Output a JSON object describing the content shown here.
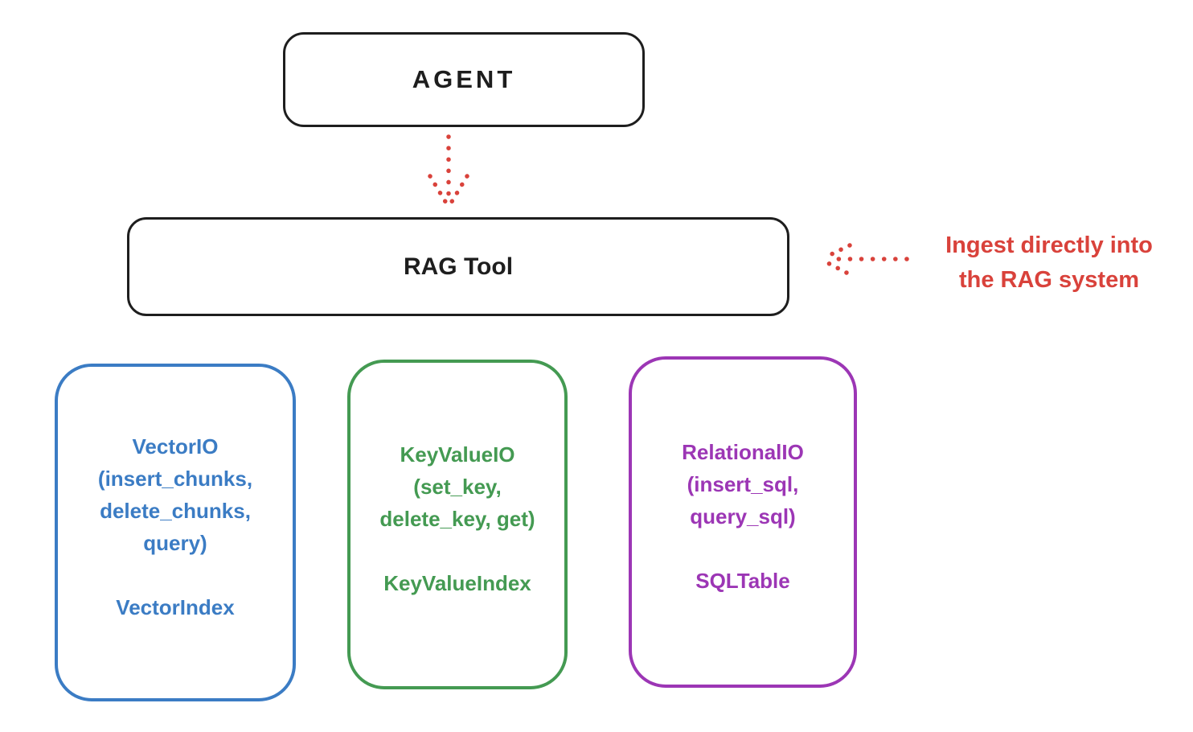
{
  "colors": {
    "ink": "#1e1e1e",
    "red": "#d9423b",
    "blue": "#3b7cc4",
    "green": "#449a52",
    "purple": "#9c36b5",
    "bg": "#ffffff"
  },
  "agent_box": {
    "label": "AGENT"
  },
  "rag_tool_box": {
    "label": "RAG Tool"
  },
  "annotation": {
    "line1": "Ingest directly into",
    "line2": "the RAG system"
  },
  "cards": [
    {
      "name": "vector-io",
      "color": "#3b7cc4",
      "lines": [
        "VectorIO",
        "(insert_chunks,",
        "delete_chunks,",
        "query)"
      ],
      "footer": "VectorIndex"
    },
    {
      "name": "key-value-io",
      "color": "#449a52",
      "lines": [
        "KeyValueIO",
        "(set_key,",
        "delete_key, get)"
      ],
      "footer": "KeyValueIndex"
    },
    {
      "name": "relational-io",
      "color": "#9c36b5",
      "lines": [
        "RelationalIO",
        "(insert_sql,",
        "query_sql)"
      ],
      "footer": "SQLTable"
    }
  ]
}
